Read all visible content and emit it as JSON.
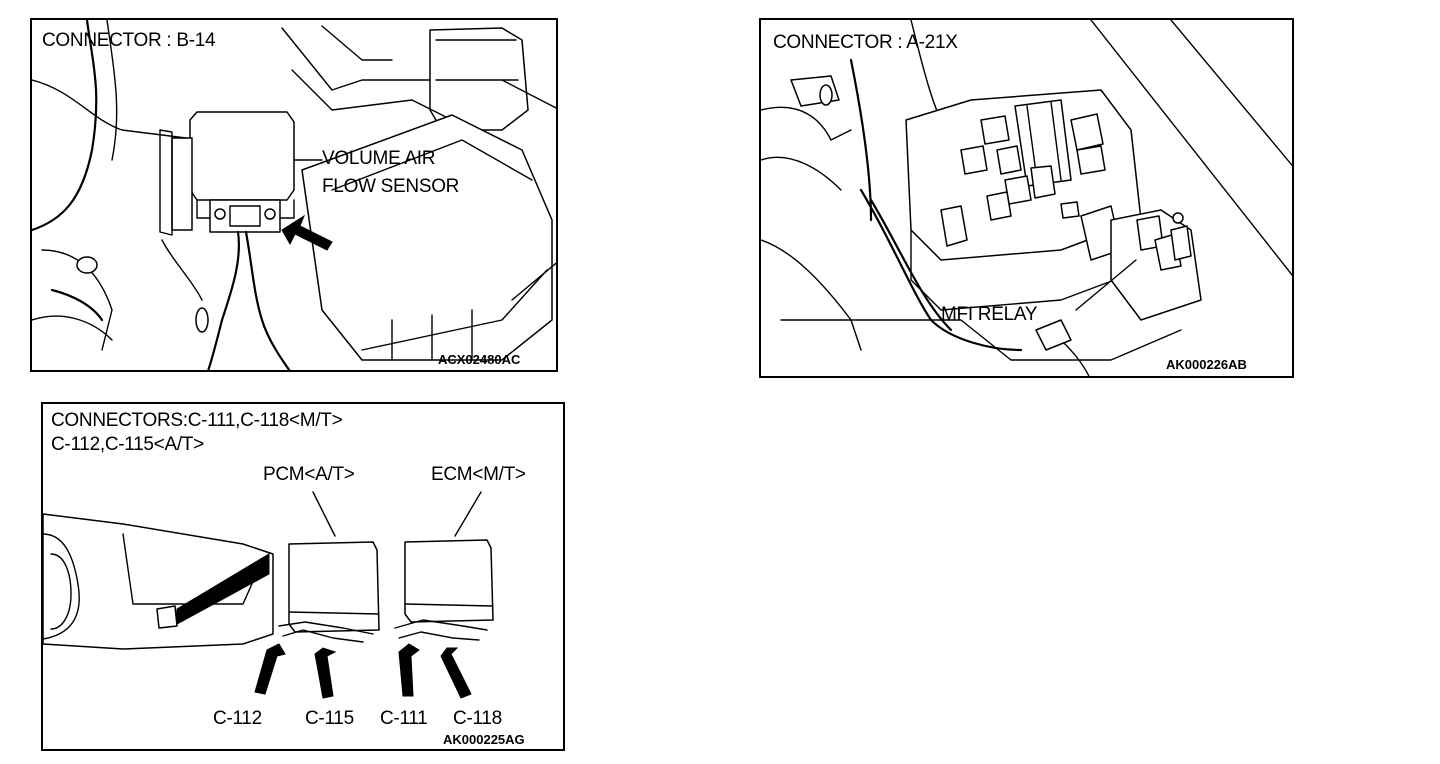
{
  "panel_b14": {
    "title": "CONNECTOR : B-14",
    "callout_line1": "VOLUME AIR",
    "callout_line2": "FLOW SENSOR",
    "figure_code": "ACX02480AC"
  },
  "panel_a21x": {
    "title": "CONNECTOR : A-21X",
    "callout": "MFI RELAY",
    "figure_code": "AK000226AB"
  },
  "panel_c111": {
    "title_line1": "CONNECTORS:C-111,C-118<M/T>",
    "title_line2": "C-112,C-115<A/T>",
    "pcm_label": "PCM<A/T>",
    "ecm_label": "ECM<M/T>",
    "connector_labels": [
      "C-112",
      "C-115",
      "C-111",
      "C-118"
    ],
    "figure_code": "AK000225AG"
  }
}
